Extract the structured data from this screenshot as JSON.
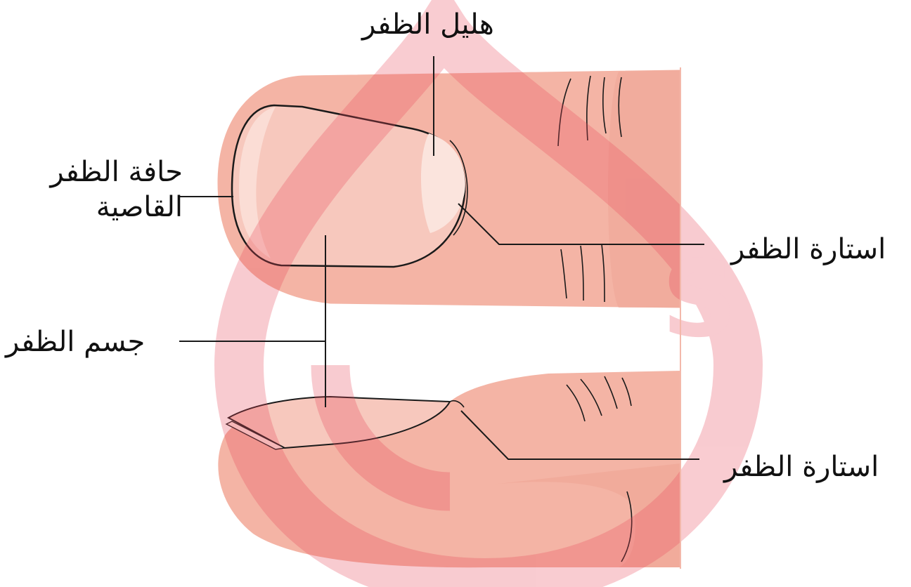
{
  "labels": {
    "lunula": "هليل الظفر",
    "free_edge_line1": "حافة الظفر",
    "free_edge_line2": "القاصية",
    "cuticle_top": "استارة الظفر",
    "nail_body": "جسم الظفر",
    "cuticle_bottom": "استارة الظفر"
  },
  "colors": {
    "skin": "#f4b4a5",
    "skin_dark": "#ee9f8f",
    "nail": "#f7c8bd",
    "lunula": "#fbe4dd",
    "outline": "#1a1a1a",
    "watermark": "#e8475a"
  },
  "watermark": {
    "letter": "S",
    "shape": "drop-logo"
  }
}
